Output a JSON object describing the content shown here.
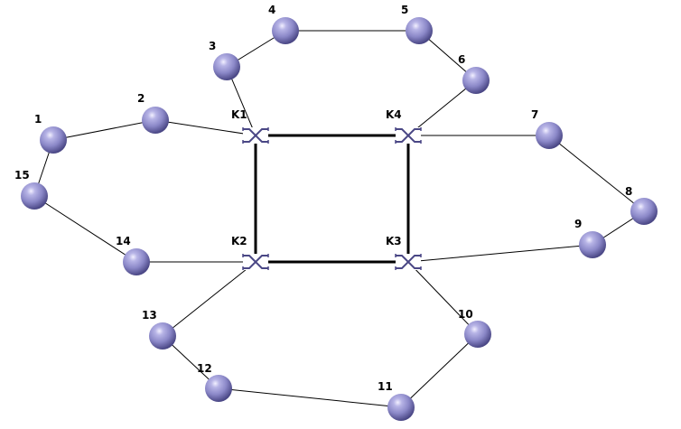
{
  "colors": {
    "background": "#ffffff",
    "node_fill": "#8b88c8",
    "node_highlight": "#e6e4ff",
    "node_shadow": "#4a4785",
    "switch_stroke": "#4a4785",
    "edge": "#000000"
  },
  "node_icon": "sphere-node-icon",
  "switch_icon": "network-switch-icon",
  "nodes": [
    {
      "id": "n1",
      "label": "1"
    },
    {
      "id": "n2",
      "label": "2"
    },
    {
      "id": "n3",
      "label": "3"
    },
    {
      "id": "n4",
      "label": "4"
    },
    {
      "id": "n5",
      "label": "5"
    },
    {
      "id": "n6",
      "label": "6"
    },
    {
      "id": "n7",
      "label": "7"
    },
    {
      "id": "n8",
      "label": "8"
    },
    {
      "id": "n9",
      "label": "9"
    },
    {
      "id": "n10",
      "label": "10"
    },
    {
      "id": "n11",
      "label": "11"
    },
    {
      "id": "n12",
      "label": "12"
    },
    {
      "id": "n13",
      "label": "13"
    },
    {
      "id": "n14",
      "label": "14"
    },
    {
      "id": "n15",
      "label": "15"
    }
  ],
  "switches": [
    {
      "id": "K1",
      "label": "K1"
    },
    {
      "id": "K2",
      "label": "K2"
    },
    {
      "id": "K3",
      "label": "K3"
    },
    {
      "id": "K4",
      "label": "K4"
    }
  ],
  "edges": [
    {
      "from": "n1",
      "to": "n2"
    },
    {
      "from": "n2",
      "to": "K1"
    },
    {
      "from": "n3",
      "to": "K1"
    },
    {
      "from": "n3",
      "to": "n4"
    },
    {
      "from": "n4",
      "to": "n5"
    },
    {
      "from": "n5",
      "to": "n6"
    },
    {
      "from": "n6",
      "to": "K4"
    },
    {
      "from": "K4",
      "to": "n7"
    },
    {
      "from": "n7",
      "to": "n8"
    },
    {
      "from": "n8",
      "to": "n9"
    },
    {
      "from": "n9",
      "to": "K3"
    },
    {
      "from": "K3",
      "to": "n10"
    },
    {
      "from": "n10",
      "to": "n11"
    },
    {
      "from": "n11",
      "to": "n12"
    },
    {
      "from": "n12",
      "to": "n13"
    },
    {
      "from": "n13",
      "to": "K2"
    },
    {
      "from": "K2",
      "to": "n14"
    },
    {
      "from": "n14",
      "to": "n15"
    },
    {
      "from": "n15",
      "to": "n1"
    }
  ],
  "trunks": [
    {
      "from": "K1",
      "to": "K4"
    },
    {
      "from": "K4",
      "to": "K3"
    },
    {
      "from": "K3",
      "to": "K2"
    },
    {
      "from": "K2",
      "to": "K1"
    }
  ]
}
